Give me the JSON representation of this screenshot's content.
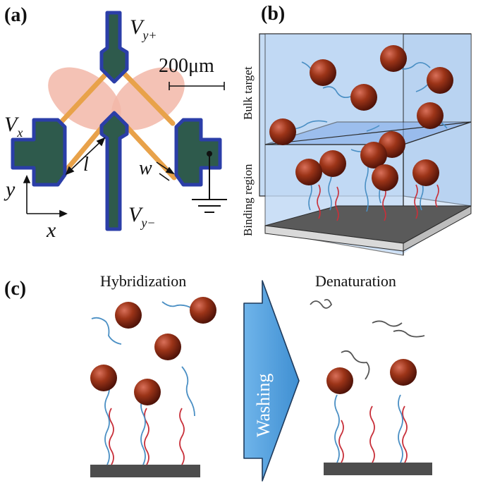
{
  "panels": {
    "a": {
      "label": "(a)",
      "terminal_vy_plus": {
        "base": "V",
        "sub": "y+"
      },
      "terminal_vx": {
        "base": "V",
        "sub": "x"
      },
      "terminal_vy_minus": {
        "base": "V",
        "sub": "y−"
      },
      "scale_bar": "200μm",
      "dim_l": "l",
      "dim_w": "w",
      "axis_x": "x",
      "axis_y": "y"
    },
    "b": {
      "label": "(b)",
      "region_bulk": "Bulk target",
      "region_binding": "Binding region"
    },
    "c": {
      "label": "(c)",
      "step_left": "Hybridization",
      "step_arrow": "Washing",
      "step_right": "Denaturation"
    }
  },
  "colors": {
    "electrode_fill": "#2e5a4c",
    "electrode_border": "#2b3ea8",
    "wire": "#e8a24a",
    "ellipse": "#f2b7a8",
    "bead": "#8b2a16",
    "box_fill": "#bcd6f3",
    "binding_plane": "#7fa8e8",
    "substrate": "#4d4d4d",
    "arrow_fill": "#5ea6e0",
    "dna_blue": "#4a8fc4",
    "dna_red": "#c8303a"
  }
}
